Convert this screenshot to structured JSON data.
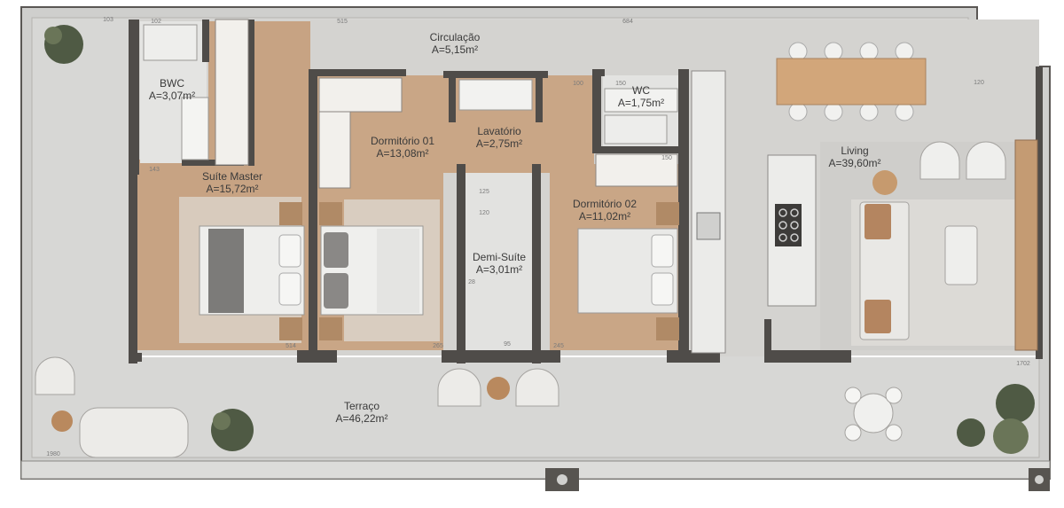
{
  "rooms": [
    {
      "id": "bwc",
      "name": "BWC",
      "area": "A=3,07m²"
    },
    {
      "id": "suite-master",
      "name": "Suíte Master",
      "area": "A=15,72m²"
    },
    {
      "id": "circulacao",
      "name": "Circulação",
      "area": "A=5,15m²"
    },
    {
      "id": "dormitorio-01",
      "name": "Dormitório 01",
      "area": "A=13,08m²"
    },
    {
      "id": "lavatorio",
      "name": "Lavatório",
      "area": "A=2,75m²"
    },
    {
      "id": "wc",
      "name": "WC",
      "area": "A=1,75m²"
    },
    {
      "id": "dormitorio-02",
      "name": "Dormitório 02",
      "area": "A=11,02m²"
    },
    {
      "id": "demi-suite",
      "name": "Demi-Suíte",
      "area": "A=3,01m²"
    },
    {
      "id": "living",
      "name": "Living",
      "area": "A=39,60m²"
    },
    {
      "id": "terraco",
      "name": "Terraço",
      "area": "A=46,22m²"
    }
  ],
  "dimensions": [
    "103",
    "102",
    "515",
    "684",
    "120",
    "150",
    "100",
    "150",
    "143",
    "245",
    "120",
    "95",
    "125",
    "514",
    "265",
    "1702",
    "1980",
    "28"
  ],
  "colors": {
    "floor_stone": "#d5d5d3",
    "floor_wood": "#c9a585",
    "wall": "#4f4c49",
    "terrace": "#cdcdcb",
    "outline": "#4a4845"
  }
}
